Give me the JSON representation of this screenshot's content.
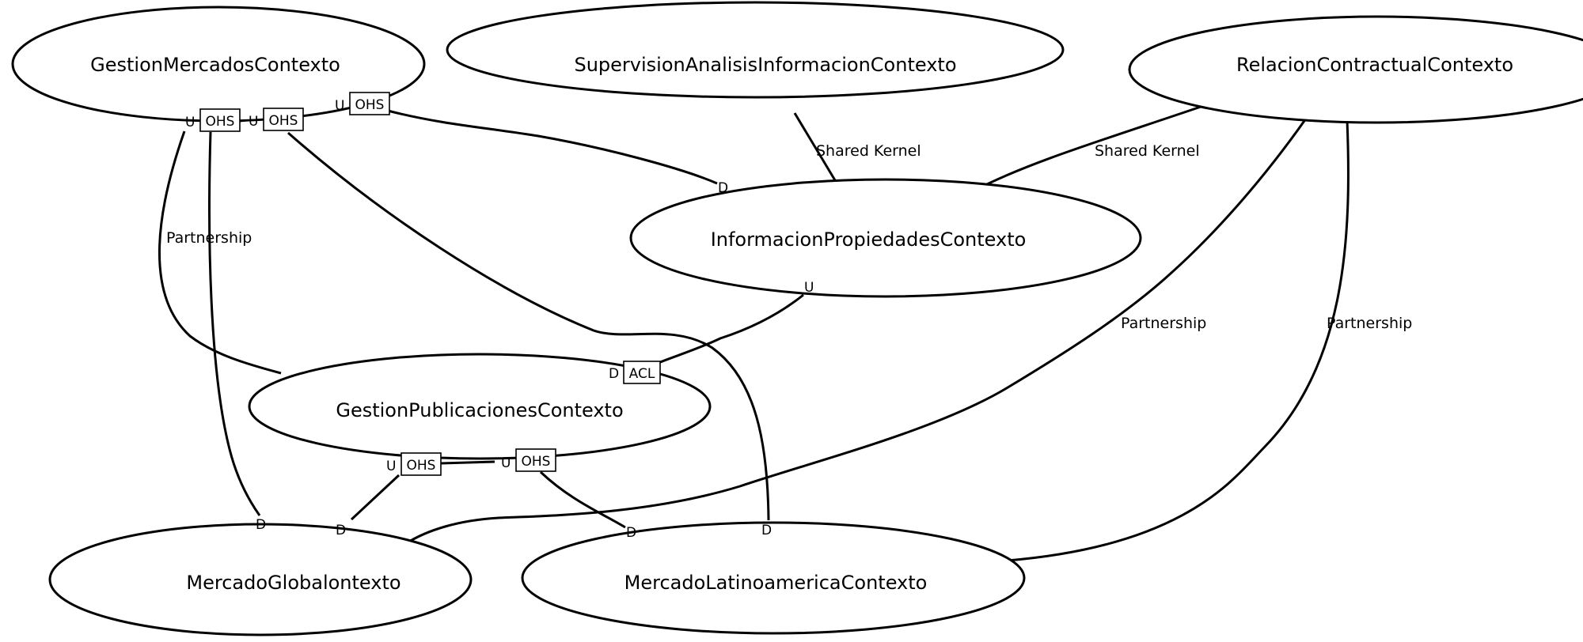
{
  "contexts": {
    "gestion_mercados": "GestionMercadosContexto",
    "supervision": "SupervisionAnalisisInformacionContexto",
    "relacion_contractual": "RelacionContractualContexto",
    "informacion_propiedades": "InformacionPropiedadesContexto",
    "gestion_publicaciones": "GestionPublicacionesContexto",
    "mercado_global": "MercadoGlobalontexto",
    "mercado_latinoamerica": "MercadoLatinoamericaContexto"
  },
  "relationships": {
    "shared_kernel": "Shared Kernel",
    "partnership": "Partnership"
  },
  "roles": {
    "upstream": "U",
    "downstream": "D"
  },
  "tags": {
    "ohs": "OHS",
    "acl": "ACL"
  }
}
